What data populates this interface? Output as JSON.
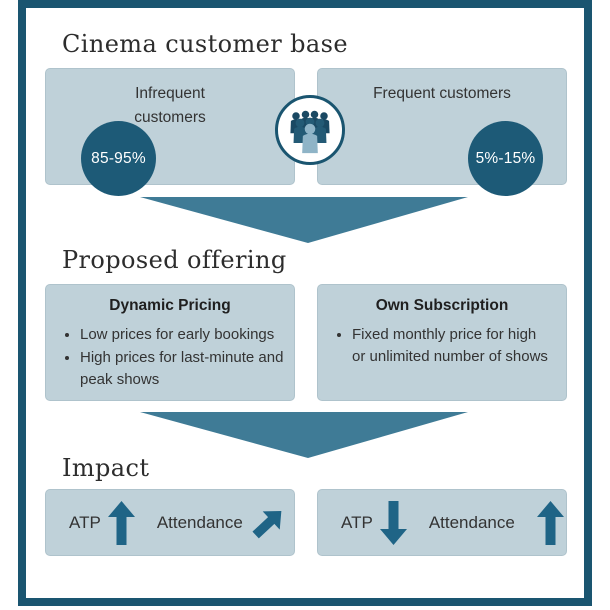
{
  "colors": {
    "frame": "#1a5570",
    "panel": "#bfd1d9",
    "badge": "#1d5a77",
    "flow_arrow": "#3f7b96",
    "impact_arrow": "#1f6486",
    "title_text": "#2d2d2d",
    "body_text": "#333333",
    "badge_text": "#ffffff"
  },
  "customer_base": {
    "title": "Cinema customer base",
    "left_panel": {
      "label": "Infrequent customers",
      "badge": "85-95%"
    },
    "right_panel": {
      "label": "Frequent customers",
      "badge": "5%-15%"
    },
    "center_icon": "people-group-icon"
  },
  "proposed_offering": {
    "title": "Proposed offering",
    "left_panel": {
      "header": "Dynamic Pricing",
      "bullets": [
        "Low prices for early bookings",
        "High prices for last-minute and peak shows"
      ]
    },
    "right_panel": {
      "header": "Own Subscription",
      "bullets": [
        "Fixed monthly price for high or unlimited number of shows"
      ]
    }
  },
  "impact": {
    "title": "Impact",
    "left_panel": {
      "items": [
        {
          "label": "ATP",
          "arrow": "up"
        },
        {
          "label": "Attendance",
          "arrow": "up-right"
        }
      ]
    },
    "right_panel": {
      "items": [
        {
          "label": "ATP",
          "arrow": "down"
        },
        {
          "label": "Attendance",
          "arrow": "up"
        }
      ]
    }
  }
}
